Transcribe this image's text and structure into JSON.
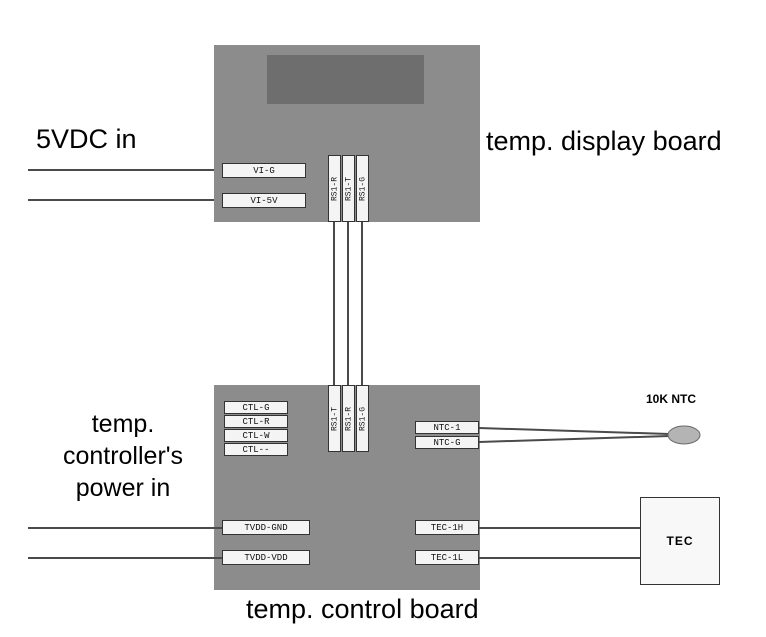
{
  "title_labels": {
    "vdc_in": "5VDC in",
    "display_board": "temp. display board",
    "control_board": "temp. control board",
    "power_in_line1": "temp.",
    "power_in_line2": "controller's",
    "power_in_line3": "power in",
    "ntc_label": "10K NTC",
    "tec_label": "TEC"
  },
  "display_board": {
    "left_connectors": [
      {
        "label": "VI-G"
      },
      {
        "label": "VI-5V"
      }
    ],
    "bottom_connectors": [
      {
        "label": "RS1-R"
      },
      {
        "label": "RS1-T"
      },
      {
        "label": "RS1-G"
      }
    ]
  },
  "control_board": {
    "top_connectors": [
      {
        "label": "RS1-T"
      },
      {
        "label": "RS1-R"
      },
      {
        "label": "RS1-G"
      }
    ],
    "left_connectors": [
      {
        "label": "CTL-G"
      },
      {
        "label": "CTL-R"
      },
      {
        "label": "CTL-W"
      },
      {
        "label": "CTL--"
      }
    ],
    "ntc_connectors": [
      {
        "label": "NTC-1"
      },
      {
        "label": "NTC-G"
      }
    ],
    "power_connectors": [
      {
        "label": "TVDD-GND"
      },
      {
        "label": "TVDD-VDD"
      }
    ],
    "tec_connectors": [
      {
        "label": "TEC-1H"
      },
      {
        "label": "TEC-1L"
      }
    ]
  },
  "colors": {
    "board": "#8c8c8c",
    "lcd": "#6e6e6e",
    "connector_bg": "#f4f4f4",
    "wire": "#4a4a4a",
    "ntc_fill": "#b4b4b4",
    "tec_bg": "#f8f8f8"
  }
}
